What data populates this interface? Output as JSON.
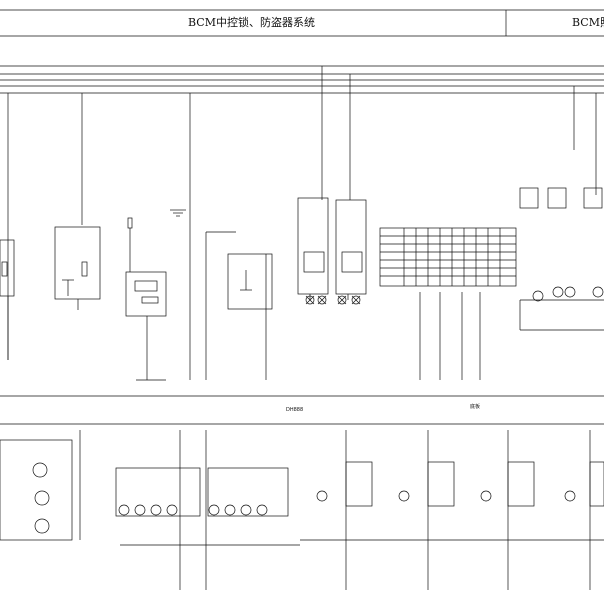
{
  "header": {
    "main_title": "BCM中控锁、防盗器系统",
    "right_title": "BCM照明"
  },
  "mid_label": "DH888",
  "bottom_label": "底板",
  "colors": {
    "line": "#111111",
    "paper": "#ffffff"
  }
}
